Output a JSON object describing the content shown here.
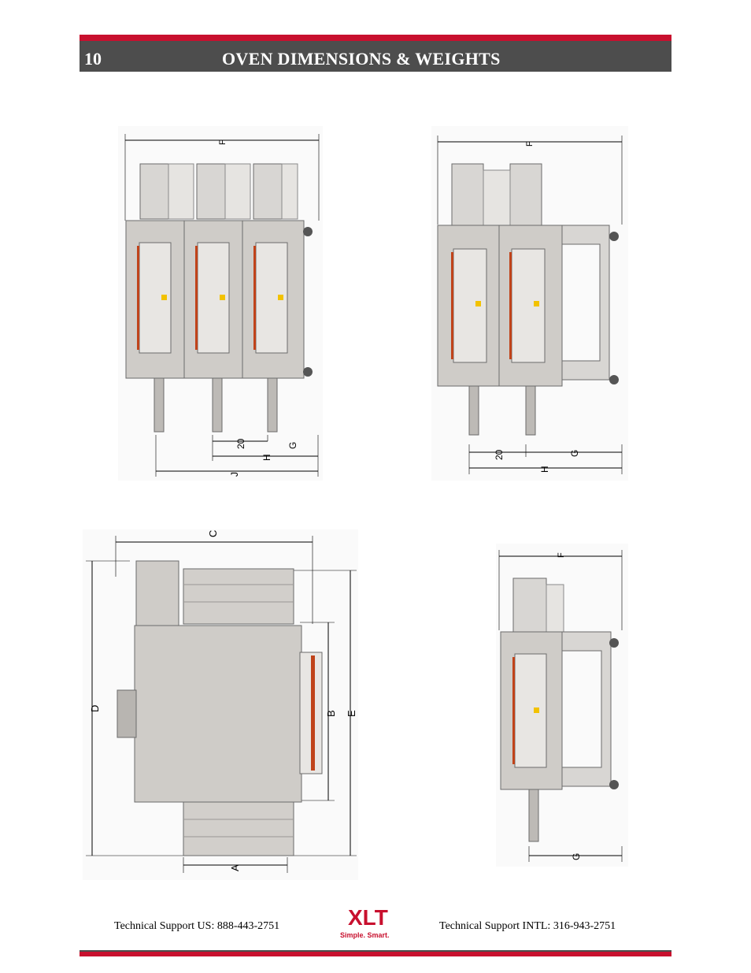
{
  "header": {
    "section_number": "10",
    "title": "OVEN DIMENSIONS & WEIGHTS"
  },
  "labels": {
    "A": "A",
    "B": "B",
    "C": "C",
    "D": "D",
    "E": "E",
    "F": "F",
    "G": "G",
    "H": "H",
    "J": "J",
    "twenty": "20"
  },
  "footer": {
    "support_us": "Technical Support  US:  888-443-2751",
    "support_intl": "Technical Support  INTL:  316-943-2751",
    "logo_text": "XLT",
    "logo_tagline": "Simple. Smart."
  },
  "colors": {
    "accent_red": "#c8102e",
    "header_gray": "#4d4d4d",
    "oven_body": "#cfccc8",
    "oven_outline": "#6b6b6b",
    "door_red": "#c0431a"
  }
}
